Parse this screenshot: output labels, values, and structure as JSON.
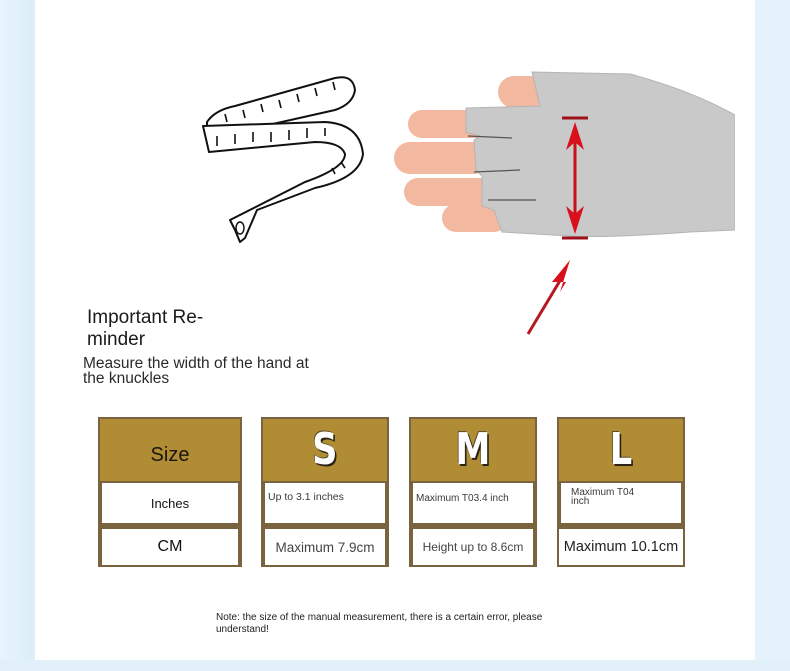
{
  "reminder": {
    "title": "Important Re-\nminder",
    "title_line1": "Important Re-",
    "title_line2": "minder",
    "text_line1": "Measure the width of the hand at",
    "text_line2": "the knuckles"
  },
  "illustrations": {
    "tape": "measuring-tape-icon",
    "hand": "hand-with-fingerless-glove",
    "arrows": "red-measurement-arrows"
  },
  "size_table": {
    "header_color": "#b08c35",
    "border_color": "#7a6440",
    "row_labels": {
      "header": "Size",
      "inches": "Inches",
      "cm": "CM"
    },
    "sizes": [
      {
        "label": "S",
        "inches": "Up to 3.1 inches",
        "cm": "Maximum 7.9cm"
      },
      {
        "label": "M",
        "inches": "Maximum T03.4 inch",
        "cm": "Height up to 8.6cm"
      },
      {
        "label": "L",
        "inches_line1": "Maximum T04",
        "inches_line2": "inch",
        "cm": "Maximum 10.1cm"
      }
    ]
  },
  "note": {
    "line1": "Note: the size of the manual measurement, there is a certain error, please",
    "line2": "understand!"
  }
}
